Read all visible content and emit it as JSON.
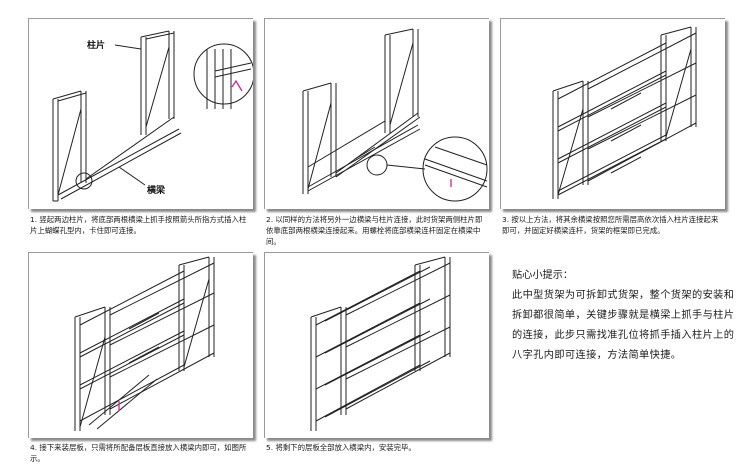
{
  "steps": [
    {
      "caption": "1. 竖起两边柱片，将底部两根横梁上抓手按照箭头所指方式插入柱片上蝴蝶孔型内，卡住即可连接。",
      "labels": {
        "post": "柱片",
        "beam": "横梁"
      }
    },
    {
      "caption": "2. 以同样的方法将另外一边横梁与柱片连接，此时货架两侧柱片即依靠底部两根横梁连接起来。用螺栓将底部横梁连杆固定在横梁中间。"
    },
    {
      "caption": "3. 按以上方法，将其余横梁按照您所需层高依次插入柱片连接起来即可，并固定好横梁连杆，货架的框架即已完成。"
    },
    {
      "caption": "4. 接下来装层板，只需将所配备层板直接放入横梁内即可，如图所示。"
    },
    {
      "caption": "5. 将剩下的层板全部放入横梁内，安装完毕。"
    }
  ],
  "tips": {
    "title": "贴心小提示：",
    "body": "此中型货架为可拆卸式货架，整个货架的安装和拆卸都很简单，关键步骤就是横梁上抓手与柱片的连接，此步只需找准孔位将抓手插入柱片上的八字孔内即可连接，方法简单快捷。"
  },
  "colors": {
    "accent_mark": "#cc3399",
    "line": "#222222",
    "panel_border": "#9a9a9a"
  }
}
